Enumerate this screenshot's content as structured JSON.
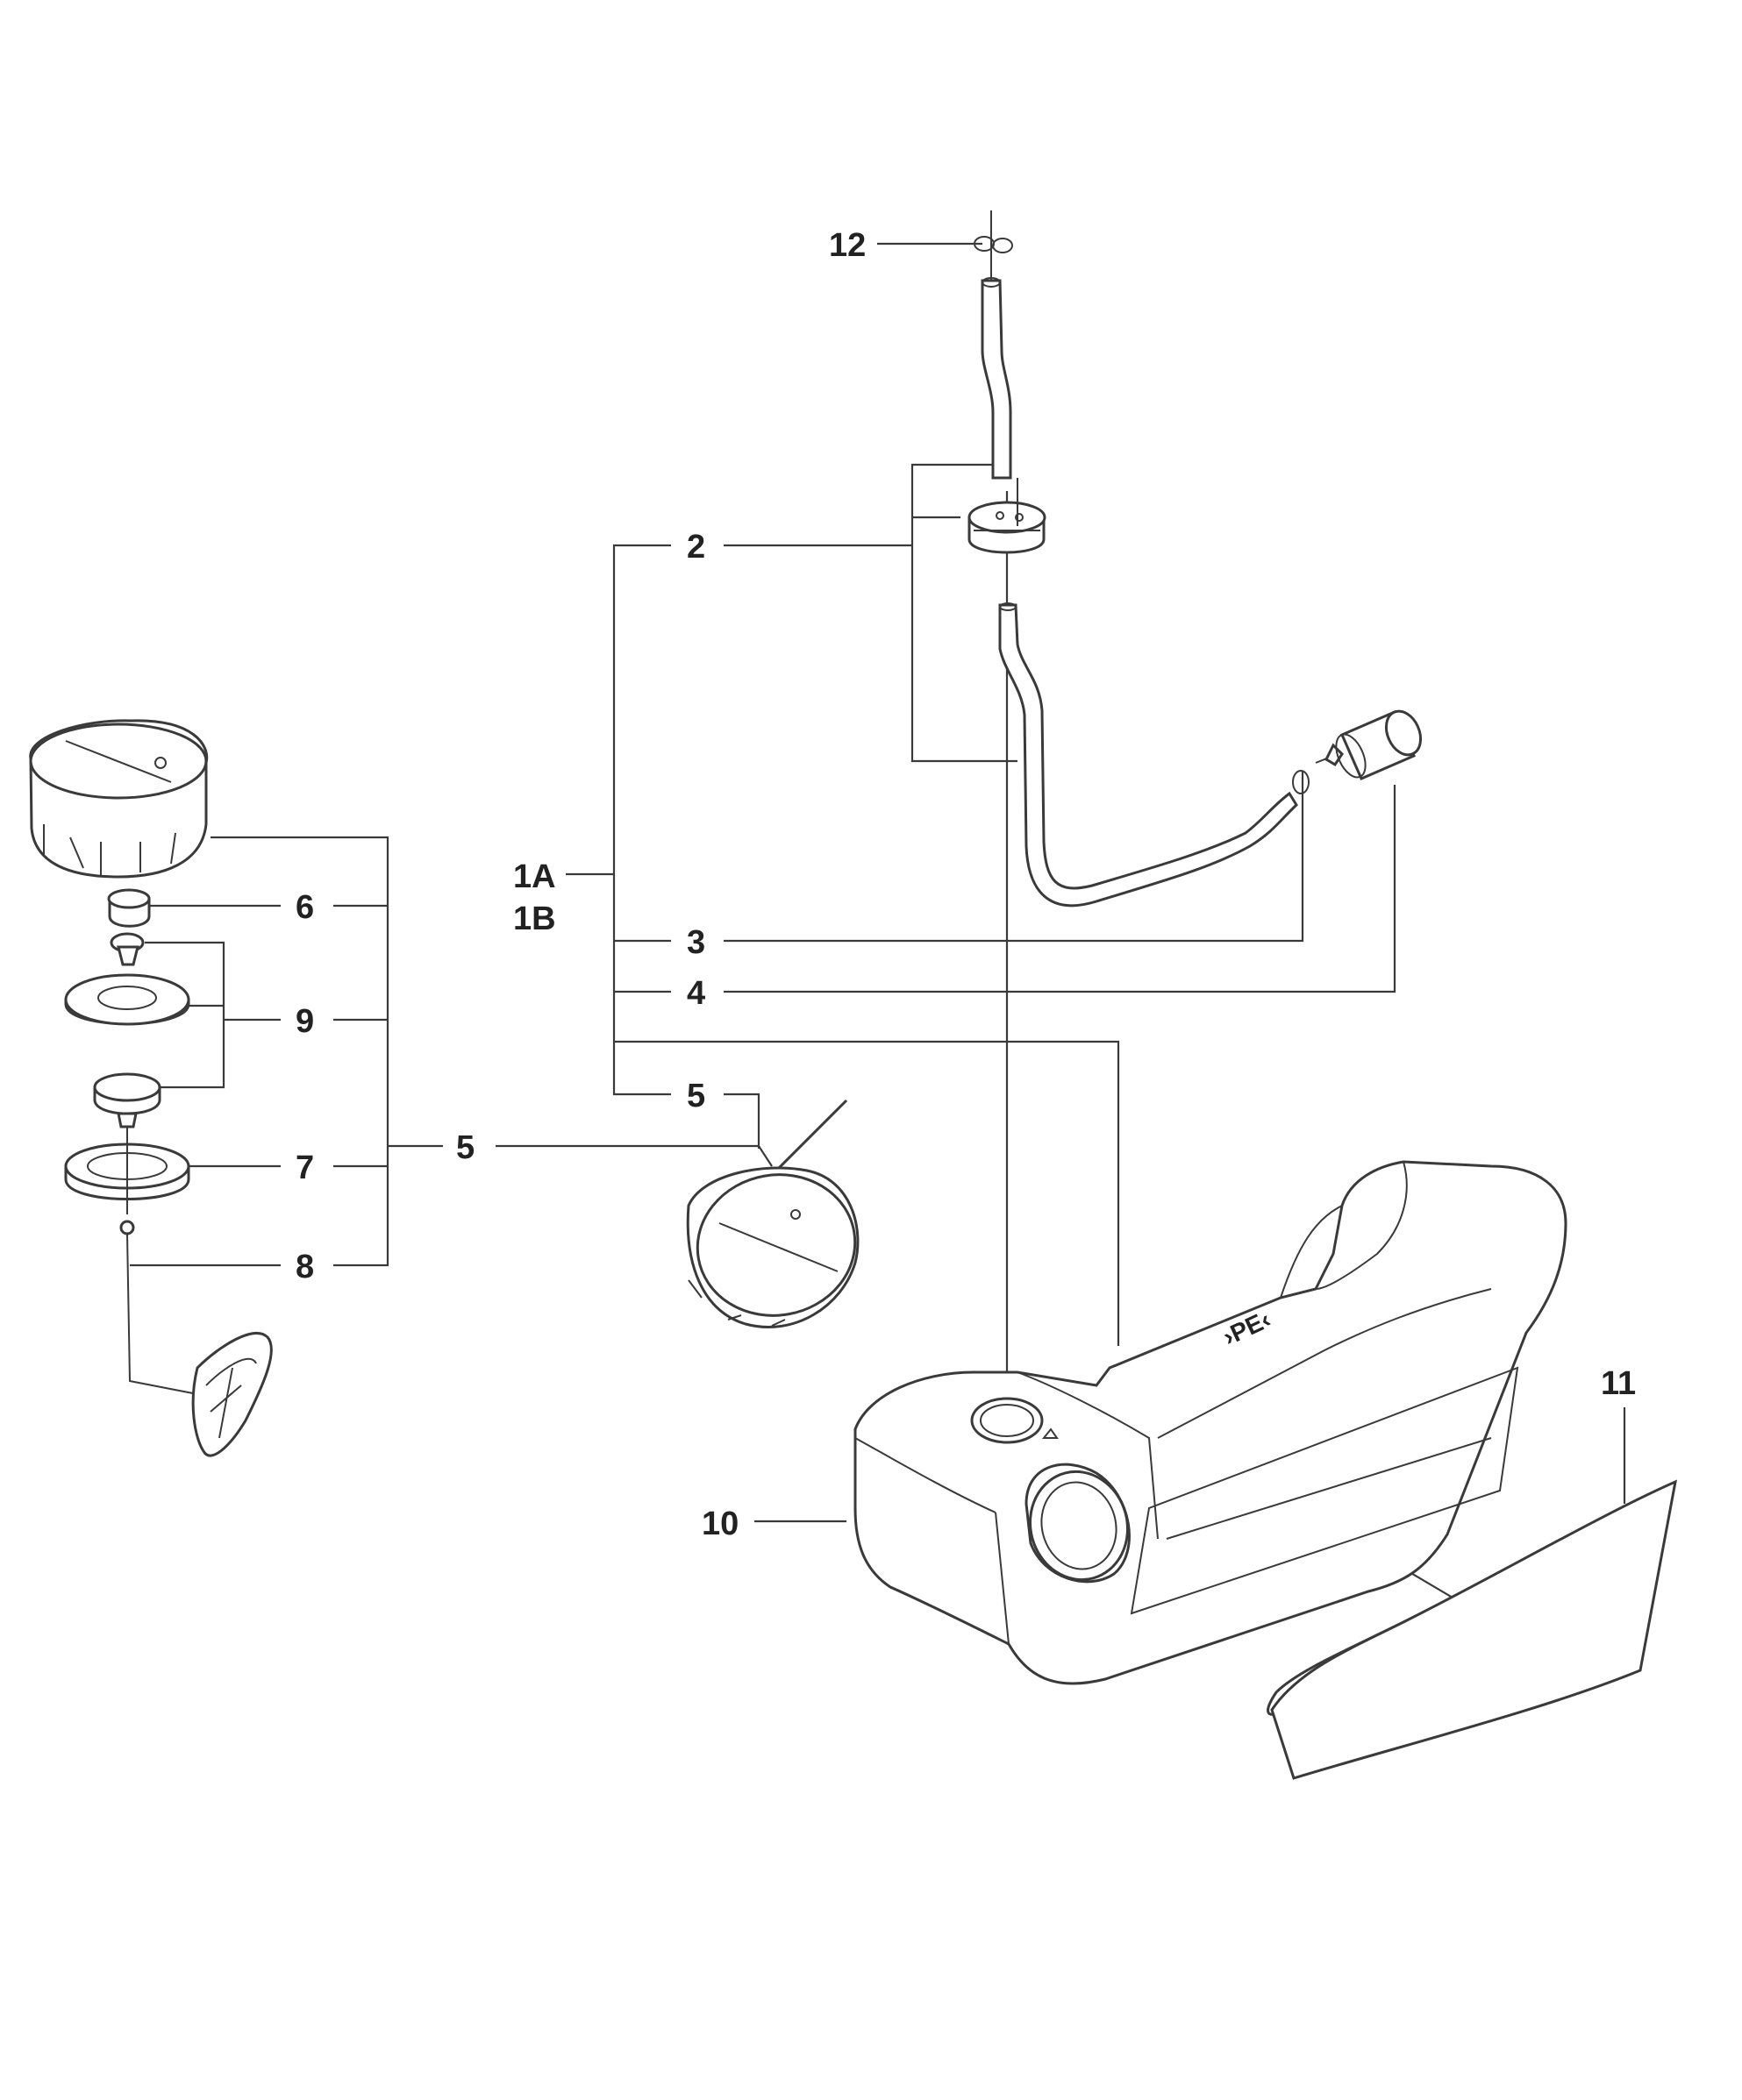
{
  "callouts": {
    "c12": "12",
    "c2": "2",
    "c1a": "1A",
    "c1b": "1B",
    "c3": "3",
    "c4": "4",
    "c5_upper": "5",
    "c5_left": "5",
    "c6": "6",
    "c9": "9",
    "c7": "7",
    "c8": "8",
    "c10": "10",
    "c11": "11"
  },
  "tank_marking": "›PE‹",
  "colors": {
    "ink": "#3a3a3a",
    "label": "#222222",
    "background": "#ffffff"
  }
}
